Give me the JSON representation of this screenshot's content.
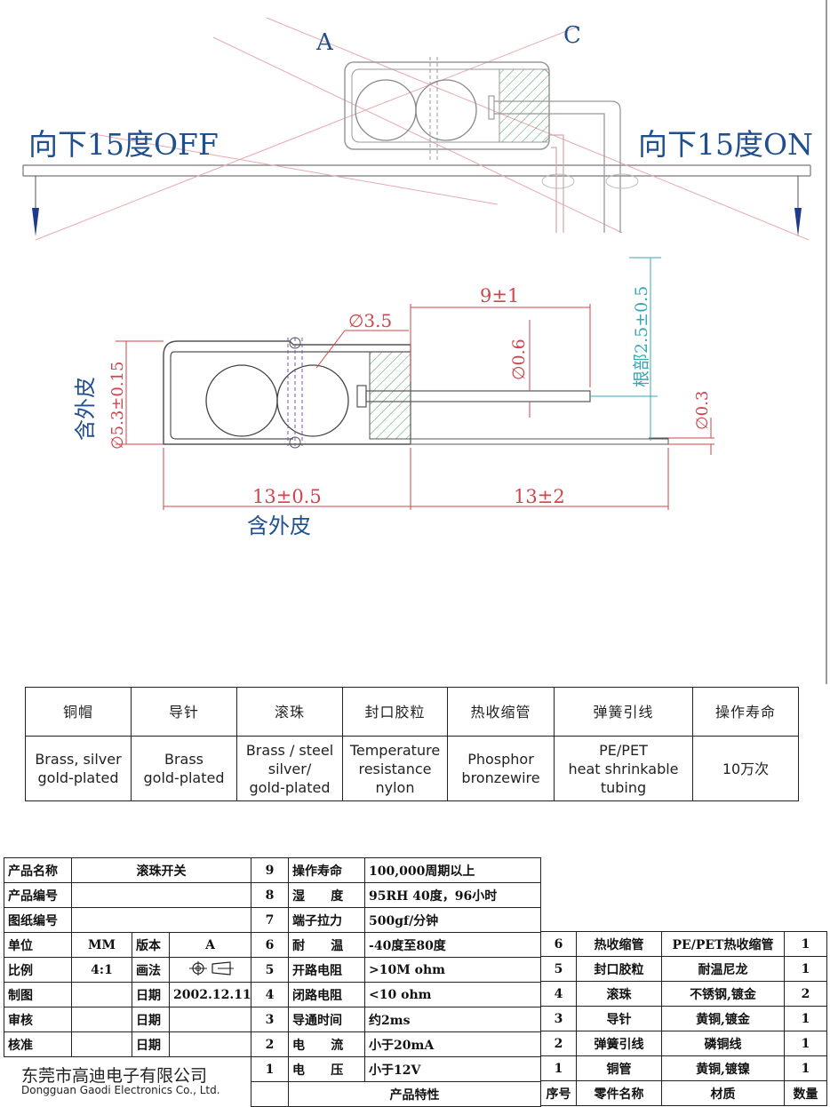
{
  "drawing": {
    "label_a": "A",
    "label_c": "C",
    "tilt_off": "向下15度OFF",
    "tilt_on": "向下15度ON",
    "dim_ball": "∅3.5",
    "dim_lead_len": "9±1",
    "dim_pin": "∅0.6",
    "dim_root": "根部2.5±0.5",
    "dim_wire": "∅0.3",
    "dim_dia": "∅5.3±0.15",
    "dim_body_len": "13±0.5",
    "dim_tail_len": "13±2",
    "incl_sleeve_side": "含外皮",
    "incl_sleeve_bottom": "含外皮",
    "color_body": "#555555",
    "color_dim": "#d2434b",
    "color_note": "#1f4f8f",
    "color_hatch": "#3f9a5c",
    "color_root": "#38a7b5"
  },
  "materials": {
    "headers": [
      "铜帽",
      "导针",
      "滚珠",
      "封口胶粒",
      "热收缩管",
      "弹簧引线",
      "操作寿命"
    ],
    "values": [
      [
        "Brass, silver",
        "gold-plated"
      ],
      [
        "Brass",
        "gold-plated"
      ],
      [
        "Brass / steel",
        "silver/",
        "gold-plated"
      ],
      [
        "Temperature",
        "resistance",
        "nylon"
      ],
      [
        "Phosphor",
        "bronzewire"
      ],
      [
        "PE/PET",
        "heat shrinkable",
        "tubing"
      ],
      [
        "10万次"
      ]
    ]
  },
  "titleblock": {
    "product_name_label": "产品名称",
    "product_name": "滚珠开关",
    "product_no_label": "产品编号",
    "drawing_no_label": "图纸编号",
    "unit_label": "单位",
    "unit": "MM",
    "version_label": "版本",
    "version": "A",
    "scale_label": "比例",
    "scale": "4:1",
    "method_label": "画法",
    "drawn_label": "制图",
    "date_label": "日期",
    "drawn_date": "2002.12.11",
    "check_label": "审核",
    "approve_label": "核准",
    "company_cn": "东莞市高迪电子有限公司",
    "company_en": "Dongguan Gaodi Electronics Co., Ltd.",
    "spec_footer": "产品特性",
    "specs": [
      {
        "no": "9",
        "name": "操作寿命",
        "value": "100,000周期以上"
      },
      {
        "no": "8",
        "name": "湿      度",
        "value": "95RH 40度，96小时"
      },
      {
        "no": "7",
        "name": "端子拉力",
        "value": "500gf/分钟"
      },
      {
        "no": "6",
        "name": "耐      温",
        "value": "-40度至80度"
      },
      {
        "no": "5",
        "name": "开路电阻",
        "value": ">10M ohm"
      },
      {
        "no": "4",
        "name": "闭路电阻",
        "value": "<10 ohm"
      },
      {
        "no": "3",
        "name": "导通时间",
        "value": "约2ms"
      },
      {
        "no": "2",
        "name": "电      流",
        "value": "小于20mA"
      },
      {
        "no": "1",
        "name": "电      压",
        "value": "小于12V"
      }
    ],
    "bom_headers": {
      "no": "序号",
      "part": "零件名称",
      "material": "材质",
      "qty": "数量"
    },
    "bom": [
      {
        "no": "6",
        "part": "热收缩管",
        "material": "PE/PET热收缩管",
        "qty": "1"
      },
      {
        "no": "5",
        "part": "封口胶粒",
        "material": "耐温尼龙",
        "qty": "1"
      },
      {
        "no": "4",
        "part": "滚珠",
        "material": "不锈钢,镀金",
        "qty": "2"
      },
      {
        "no": "3",
        "part": "导针",
        "material": "黄铜,镀金",
        "qty": "1"
      },
      {
        "no": "2",
        "part": "弹簧引线",
        "material": "磷铜线",
        "qty": "1"
      },
      {
        "no": "1",
        "part": "铜管",
        "material": "黄铜,镀镍",
        "qty": "1"
      }
    ]
  }
}
